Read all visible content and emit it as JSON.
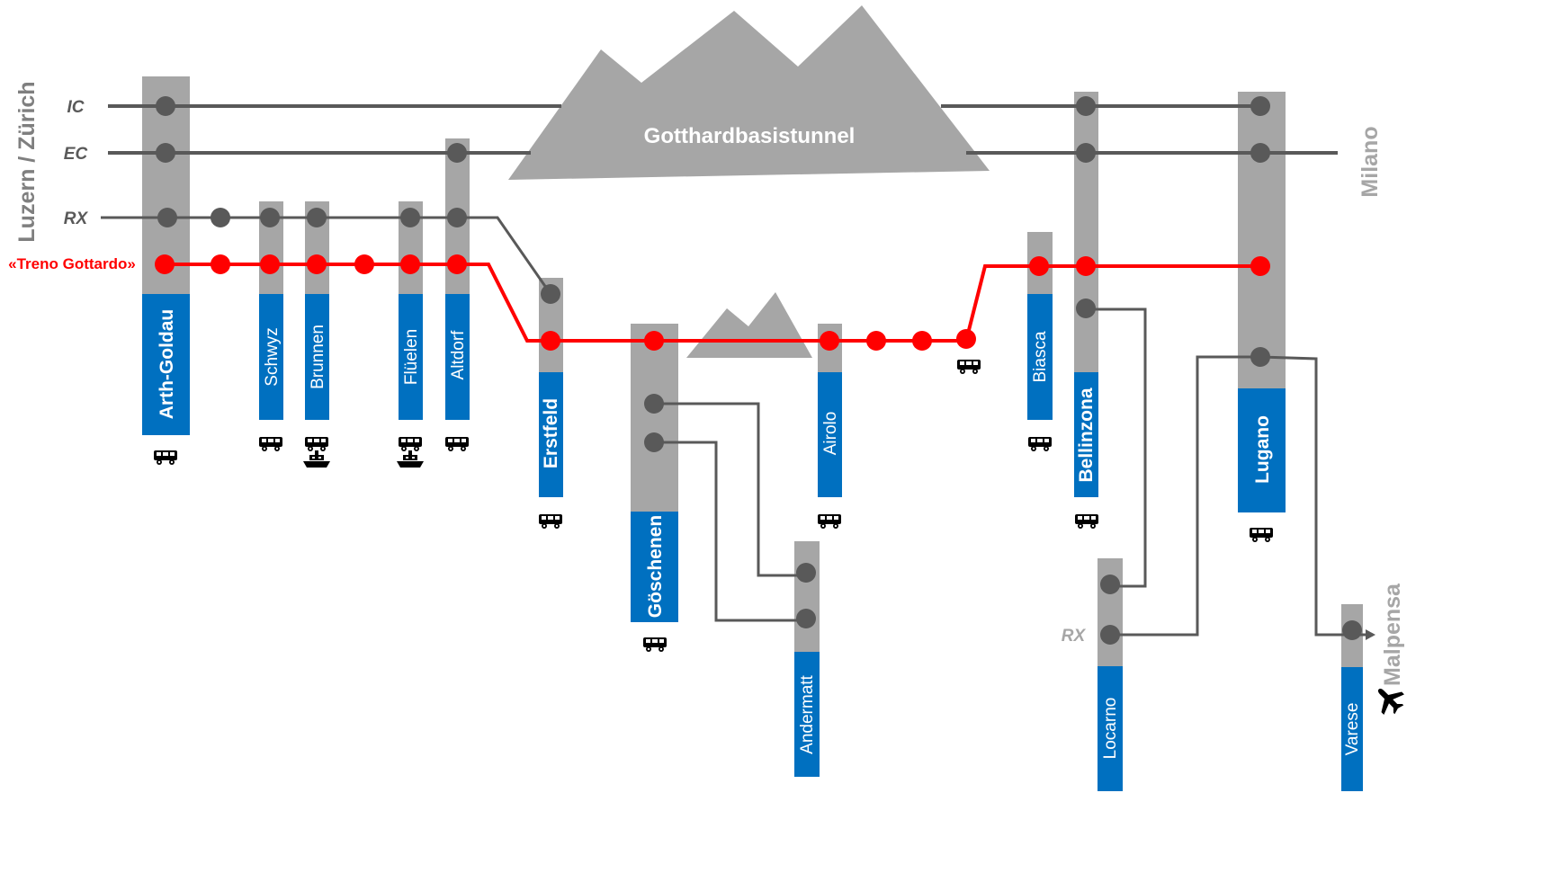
{
  "colors": {
    "station_bar": "#a6a6a6",
    "station_box": "#0070c0",
    "line_grey": "#595959",
    "line_red": "#ff0000",
    "node_grey": "#595959",
    "mountain": "#a6a6a6"
  },
  "tunnel_label": "Gotthardbasistunnel",
  "side_labels": {
    "origin": "Luzern / Zürich",
    "destination": "Milano",
    "airport": "Malpensa"
  },
  "line_labels": {
    "ic": "IC",
    "ec": "EC",
    "rx": "RX",
    "treno_gottardo": "«Treno Gottardo»",
    "rx_ticino": "RX"
  },
  "stations": [
    {
      "name": "Arth-Goldau",
      "major": true,
      "connections": [
        "bus-icon"
      ]
    },
    {
      "name": "Schwyz",
      "major": false,
      "connections": [
        "bus-icon"
      ]
    },
    {
      "name": "Brunnen",
      "major": false,
      "connections": [
        "bus-icon",
        "ship-icon"
      ]
    },
    {
      "name": "Flüelen",
      "major": false,
      "connections": [
        "bus-icon",
        "ship-icon"
      ]
    },
    {
      "name": "Altdorf",
      "major": false,
      "connections": [
        "bus-icon"
      ]
    },
    {
      "name": "Erstfeld",
      "major": true,
      "connections": [
        "bus-icon"
      ]
    },
    {
      "name": "Göschenen",
      "major": true,
      "connections": [
        "bus-icon"
      ]
    },
    {
      "name": "Andermatt",
      "major": false,
      "connections": []
    },
    {
      "name": "Airolo",
      "major": false,
      "connections": [
        "bus-icon"
      ]
    },
    {
      "name": "Biasca",
      "major": false,
      "connections": [
        "bus-icon"
      ]
    },
    {
      "name": "Bellinzona",
      "major": true,
      "connections": [
        "bus-icon"
      ]
    },
    {
      "name": "Locarno",
      "major": false,
      "connections": []
    },
    {
      "name": "Lugano",
      "major": true,
      "connections": [
        "bus-icon"
      ]
    },
    {
      "name": "Varese",
      "major": false,
      "connections": [
        "plane-icon"
      ]
    }
  ]
}
